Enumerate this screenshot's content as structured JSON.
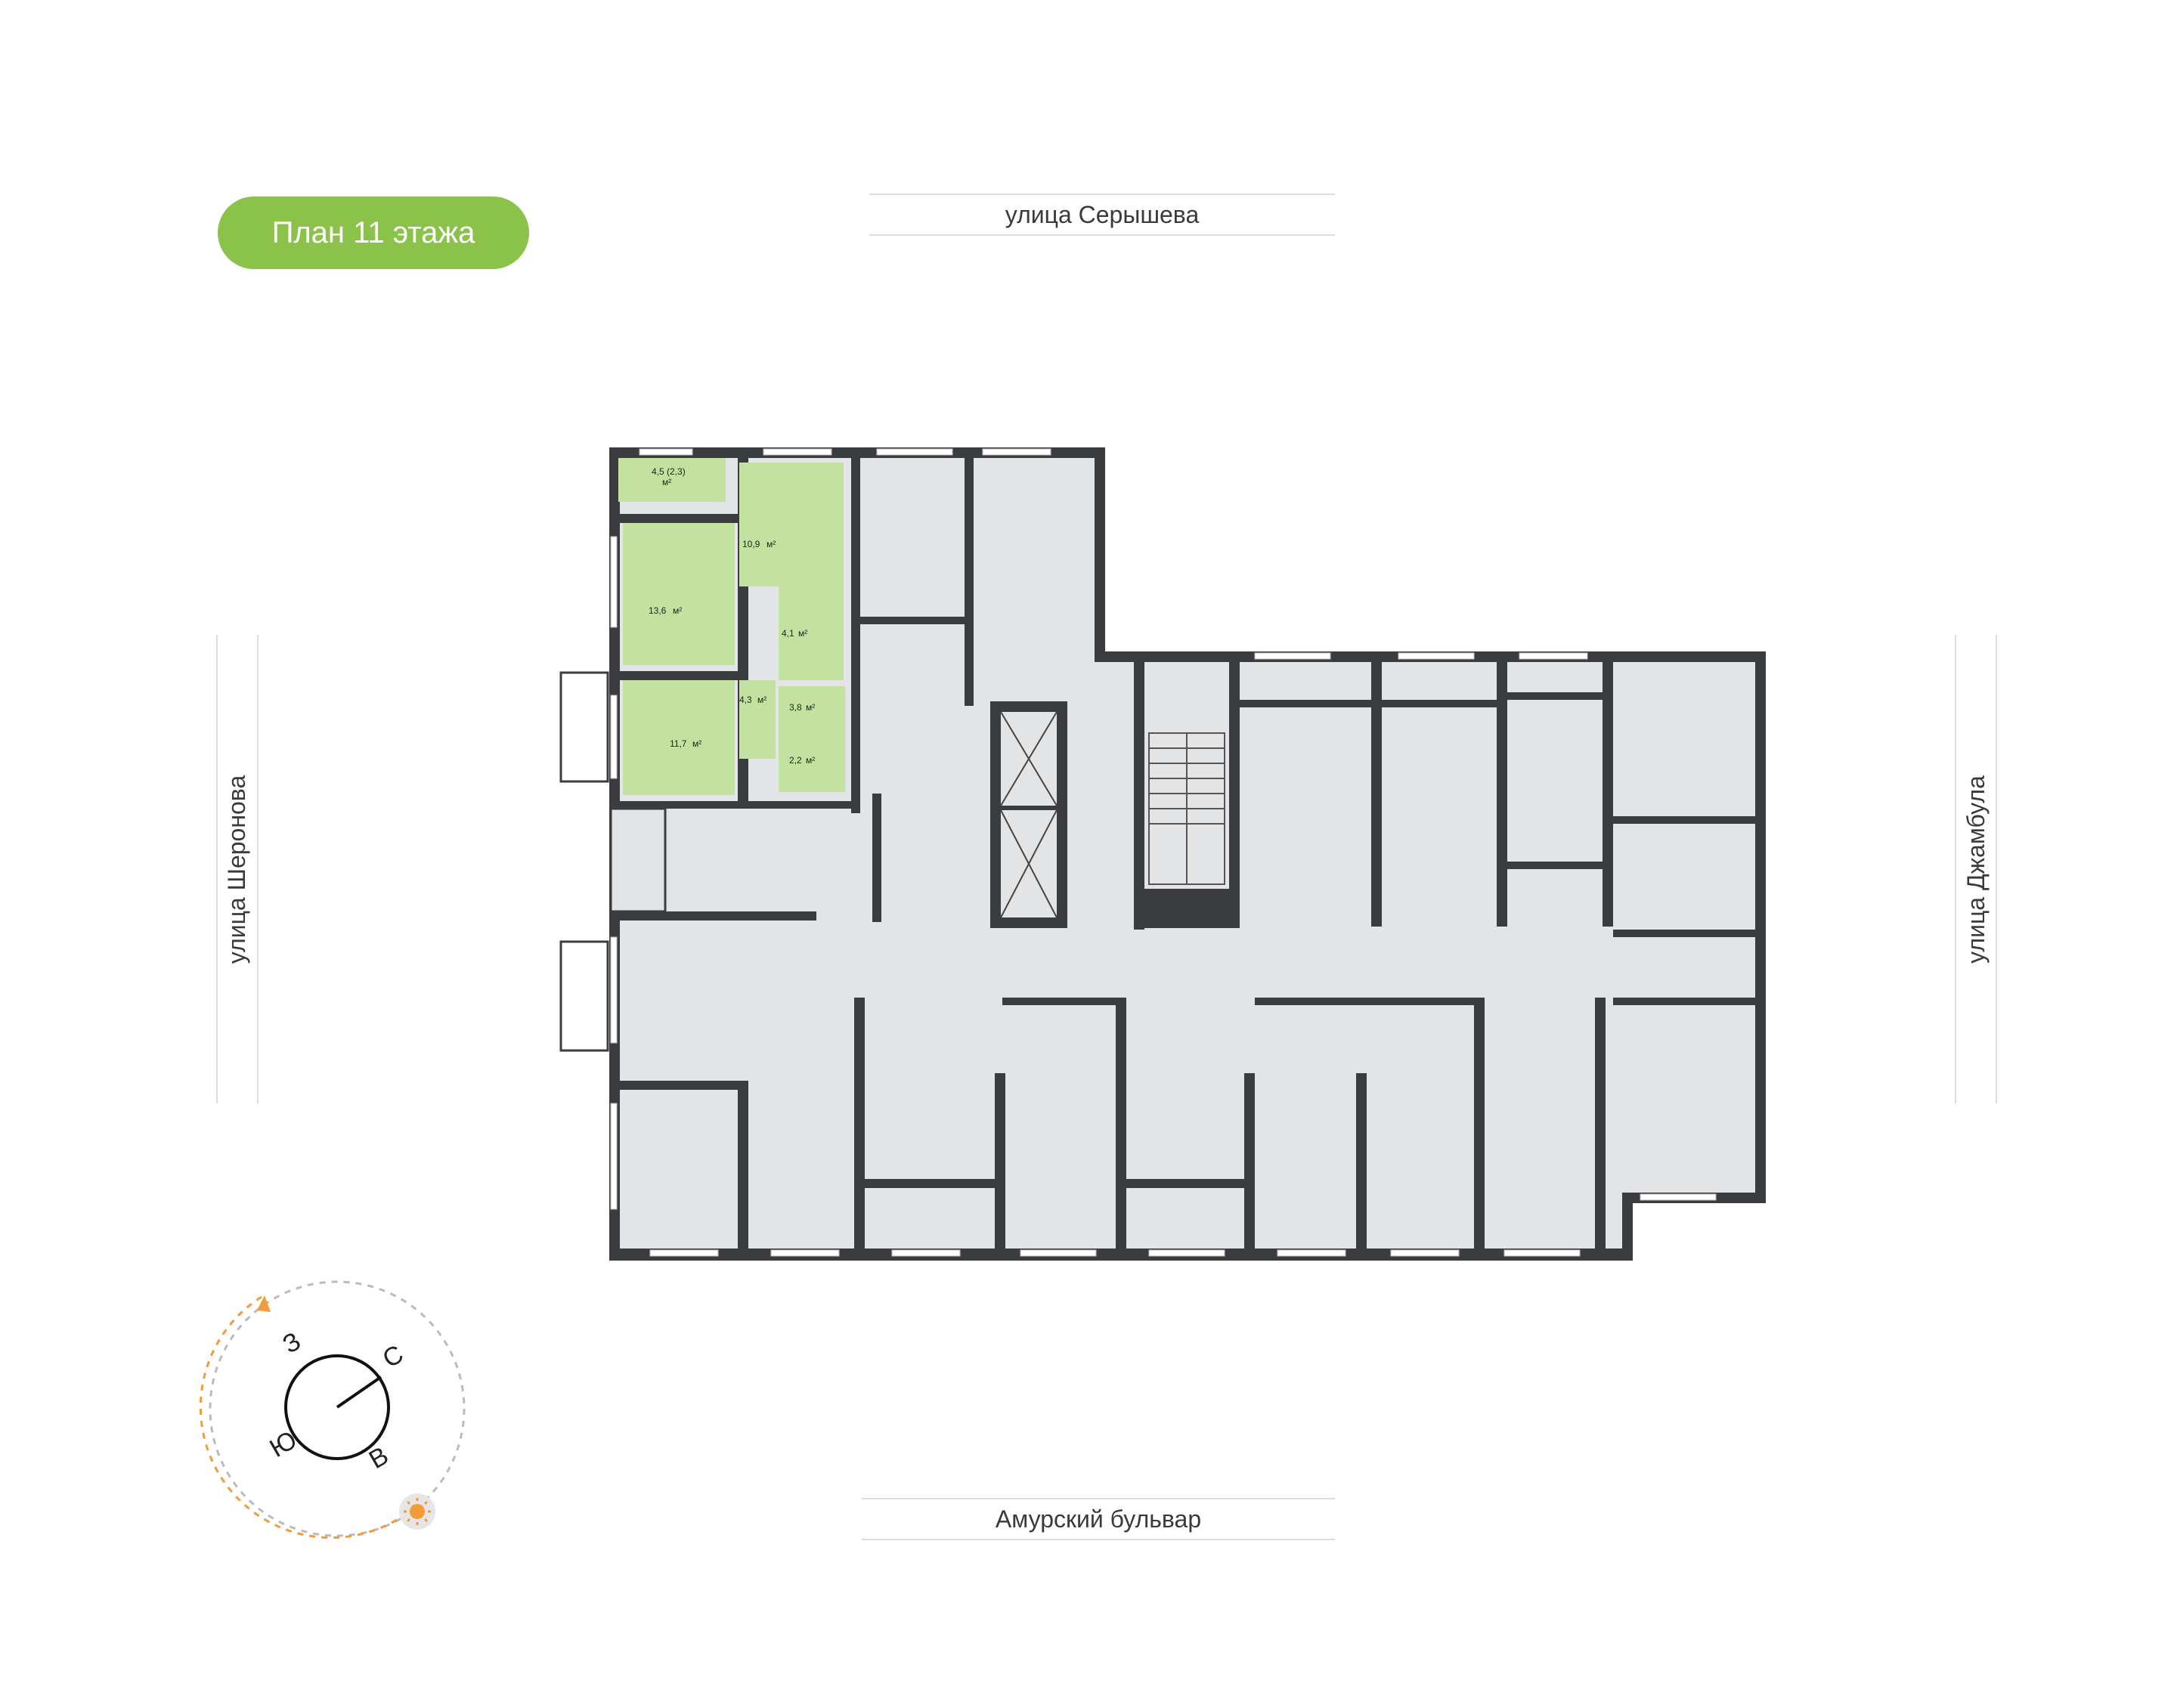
{
  "title": "План 11 этажа",
  "streets": {
    "north": "улица Серышева",
    "south": "Амурский бульвар",
    "west": "улица Шеронова",
    "east": "улица Джамбула"
  },
  "apartment": {
    "highlight_color": "#c3e2a0",
    "rooms": [
      {
        "name": "balcony",
        "area": "4,5 (2,3)",
        "unit": "м²"
      },
      {
        "name": "room-1",
        "area": "10,9",
        "unit": "м²"
      },
      {
        "name": "room-2",
        "area": "13,6",
        "unit": "м²"
      },
      {
        "name": "bathroom",
        "area": "4,1",
        "unit": "м²"
      },
      {
        "name": "hall",
        "area": "4,3",
        "unit": "м²"
      },
      {
        "name": "corridor",
        "area": "3,8",
        "unit": "м²"
      },
      {
        "name": "kitchen",
        "area": "11,7",
        "unit": "м²"
      },
      {
        "name": "wc",
        "area": "2,2",
        "unit": "м²"
      }
    ]
  },
  "compass": {
    "n": "С",
    "e": "В",
    "s": "Ю",
    "w": "З"
  },
  "colors": {
    "wall": "#3b3c40",
    "floor": "#e3e4e6",
    "accent": "#8bc34a",
    "sun": "#f29b38"
  }
}
